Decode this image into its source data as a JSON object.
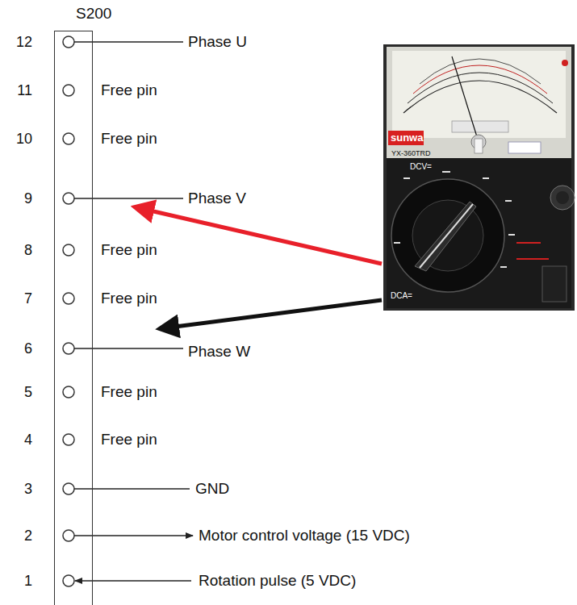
{
  "diagram": {
    "nodes": [
      {
        "text": [
          "S200"
        ]
      }
    ],
    "labels": [
      "12",
      "11",
      "10",
      "9",
      "8",
      "7",
      "6",
      "5",
      "4",
      "3",
      "2",
      "1",
      "Phase U",
      "Free pin",
      "Free pin",
      "Phase V",
      "Free pin",
      "Free pin",
      "Phase W",
      "Free pin",
      "Free pin",
      "GND",
      "Motor control voltage (15 VDC)",
      "Rotation pulse (5 VDC)",
      "sunwa",
      "YX-360TRD",
      "DCV=",
      "DCA="
    ]
  }
}
